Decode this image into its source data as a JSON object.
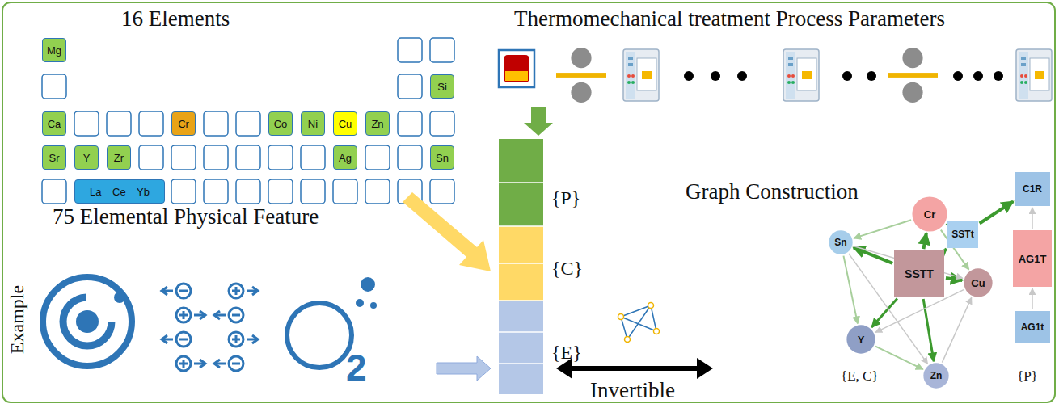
{
  "diagram": {
    "nodes": [
      {
        "text": [
          "Mg"
        ]
      },
      {
        "text": [
          "Si"
        ]
      },
      {
        "text": [
          "Ca"
        ]
      },
      {
        "text": [
          "Cr"
        ]
      },
      {
        "text": [
          "Co"
        ]
      },
      {
        "text": [
          "Ni"
        ]
      },
      {
        "text": [
          "Cu"
        ]
      },
      {
        "text": [
          "Zn"
        ]
      },
      {
        "text": [
          "Sr"
        ]
      },
      {
        "text": [
          "Y"
        ]
      },
      {
        "text": [
          "Zr"
        ]
      },
      {
        "text": [
          "Ag"
        ]
      },
      {
        "text": [
          "Sn"
        ]
      },
      {
        "text": [
          "La Ce Yb"
        ]
      },
      {
        "text": [
          "Sn"
        ]
      },
      {
        "text": [
          "Cr"
        ]
      },
      {
        "text": [
          "C1R"
        ]
      },
      {
        "text": [
          "SSTt"
        ]
      },
      {
        "text": [
          "SSTT"
        ]
      },
      {
        "text": [
          "AG1T"
        ]
      },
      {
        "text": [
          "Cu"
        ]
      },
      {
        "text": [
          "Y"
        ]
      },
      {
        "text": [
          "AG1t"
        ]
      },
      {
        "text": [
          "Zn"
        ]
      }
    ],
    "edges": [
      {
        "from": 18,
        "to": 14,
        "arrow": "to"
      },
      {
        "from": 18,
        "to": 15,
        "arrow": "to"
      },
      {
        "from": 18,
        "to": 17,
        "arrow": "to"
      },
      {
        "from": 17,
        "to": 16,
        "arrow": "to"
      },
      {
        "from": 18,
        "to": 20,
        "arrow": "to"
      },
      {
        "from": 18,
        "to": 21,
        "arrow": "to"
      },
      {
        "from": 18,
        "to": 23,
        "arrow": "to"
      },
      {
        "from": 15,
        "to": 14,
        "arrow": "to"
      },
      {
        "from": 14,
        "to": 21,
        "arrow": "to"
      },
      {
        "from": 14,
        "to": 23,
        "arrow": "to"
      },
      {
        "from": 15,
        "to": 20,
        "arrow": "to"
      },
      {
        "from": 21,
        "to": 23,
        "arrow": "to"
      },
      {
        "from": 23,
        "to": 20,
        "arrow": "to"
      },
      {
        "from": 20,
        "to": 21,
        "arrow": "to"
      },
      {
        "from": 19,
        "to": 16,
        "arrow": "to"
      },
      {
        "from": 22,
        "to": 19,
        "arrow": "to"
      },
      {
        "from": 14,
        "to": 20,
        "arrow": "to"
      },
      {
        "from": 15,
        "to": 17,
        "arrow": "to"
      }
    ],
    "labels": [
      "16 Elements",
      "Thermomechanical treatment Process Parameters",
      "75 Elemental Physical Feature",
      "Example",
      "{P}",
      "{C}",
      "{E}",
      "2",
      "Invertible",
      "Graph Construction",
      "{E, C}",
      "{P}"
    ]
  }
}
